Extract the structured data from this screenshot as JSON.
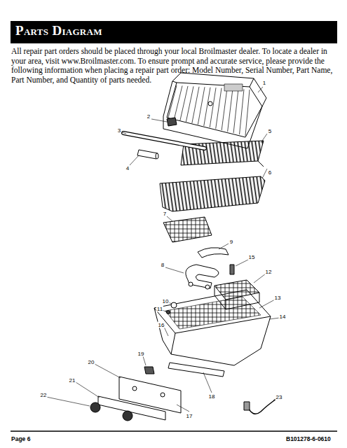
{
  "diagram": {
    "title": "Parts Diagram",
    "labels": [
      "All repair part orders should be placed through your local Broilmaster dealer. To locate a dealer in your area, visit www.Broilmaster.com. To ensure prompt and accurate service, please provide the following information when placing a repair part order: Model Number, Serial Number, Part Name, Part Number, and Quantity of parts needed.",
      "1",
      "2",
      "3",
      "4",
      "5",
      "6",
      "7",
      "8",
      "9",
      "10",
      "11",
      "12",
      "13",
      "14",
      "15",
      "16",
      "17",
      "18",
      "19",
      "20",
      "21",
      "22",
      "23",
      "Page 6",
      "B101278-6-0610"
    ]
  }
}
